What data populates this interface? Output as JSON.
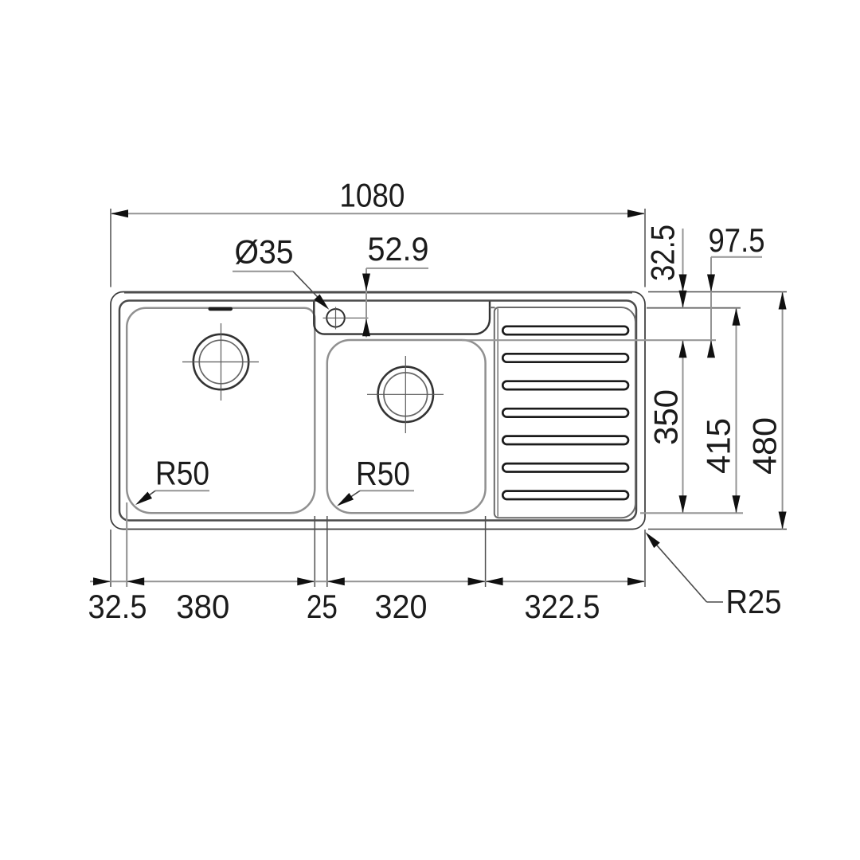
{
  "page": {
    "background": "#ffffff"
  },
  "drawing": {
    "type": "technical-dimension-drawing",
    "subject": "double-bowl kitchen sink with right-hand drainer, top view",
    "line_color": "#4a4a4a",
    "arrow_color": "#101010",
    "dims": {
      "overall_width": "1080",
      "tap_hole_dia": "Ø35",
      "tap_hole_offset": "52.9",
      "rim_band": "32.5",
      "rim_to_bowl2": "97.5",
      "bowl2_depth": "350",
      "bowl1_depth": "415",
      "overall_depth": "480",
      "bowl1_corner": "R50",
      "bowl2_corner": "R50",
      "outer_corner": "R25",
      "left_margin": "32.5",
      "bowl1_width": "380",
      "bowl_gap": "25",
      "bowl2_width": "320",
      "right_section_width": "322.5"
    }
  }
}
